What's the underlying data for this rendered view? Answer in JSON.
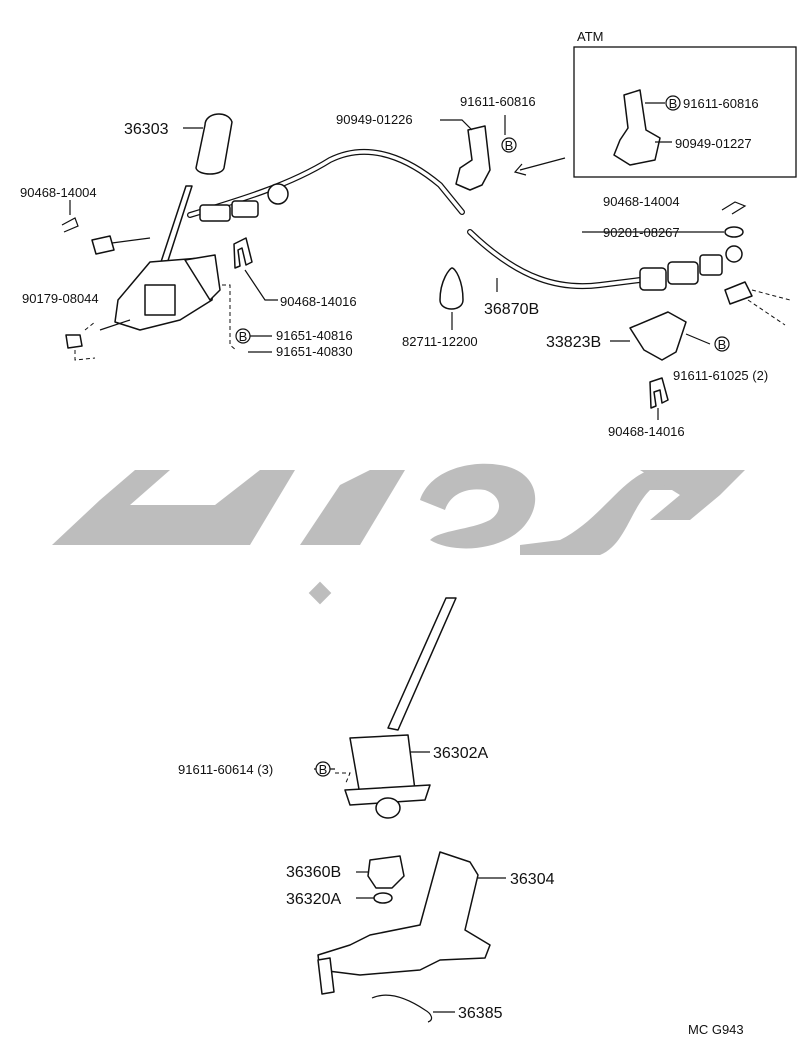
{
  "inset_title": "ATM",
  "footer_code": "MC G943",
  "b_marker": "B",
  "parts": {
    "knob": "36303",
    "clip_left": "90468-14004",
    "nut_left": "90179-08044",
    "retainer_left": "90468-14016",
    "bolt_a": "91651-40816",
    "bolt_b": "91651-40830",
    "grommet": "82711-12200",
    "cable": "36870B",
    "bracket_top_bolt": "91611-60816",
    "bracket_top": "90949-01226",
    "atm_bolt": "91611-60816",
    "atm_bracket": "90949-01227",
    "clip_right": "90468-14004",
    "washer_right": "90201-08267",
    "bracket_right": "33823B",
    "bracket_right_bolt": "91611-61025 (2)",
    "retainer_right": "90468-14016",
    "lever_bolt": "91611-60614 (3)",
    "shift_lever": "36302A",
    "bushing": "36360B",
    "washer_small": "36320A",
    "housing": "36304",
    "spring": "36385"
  }
}
